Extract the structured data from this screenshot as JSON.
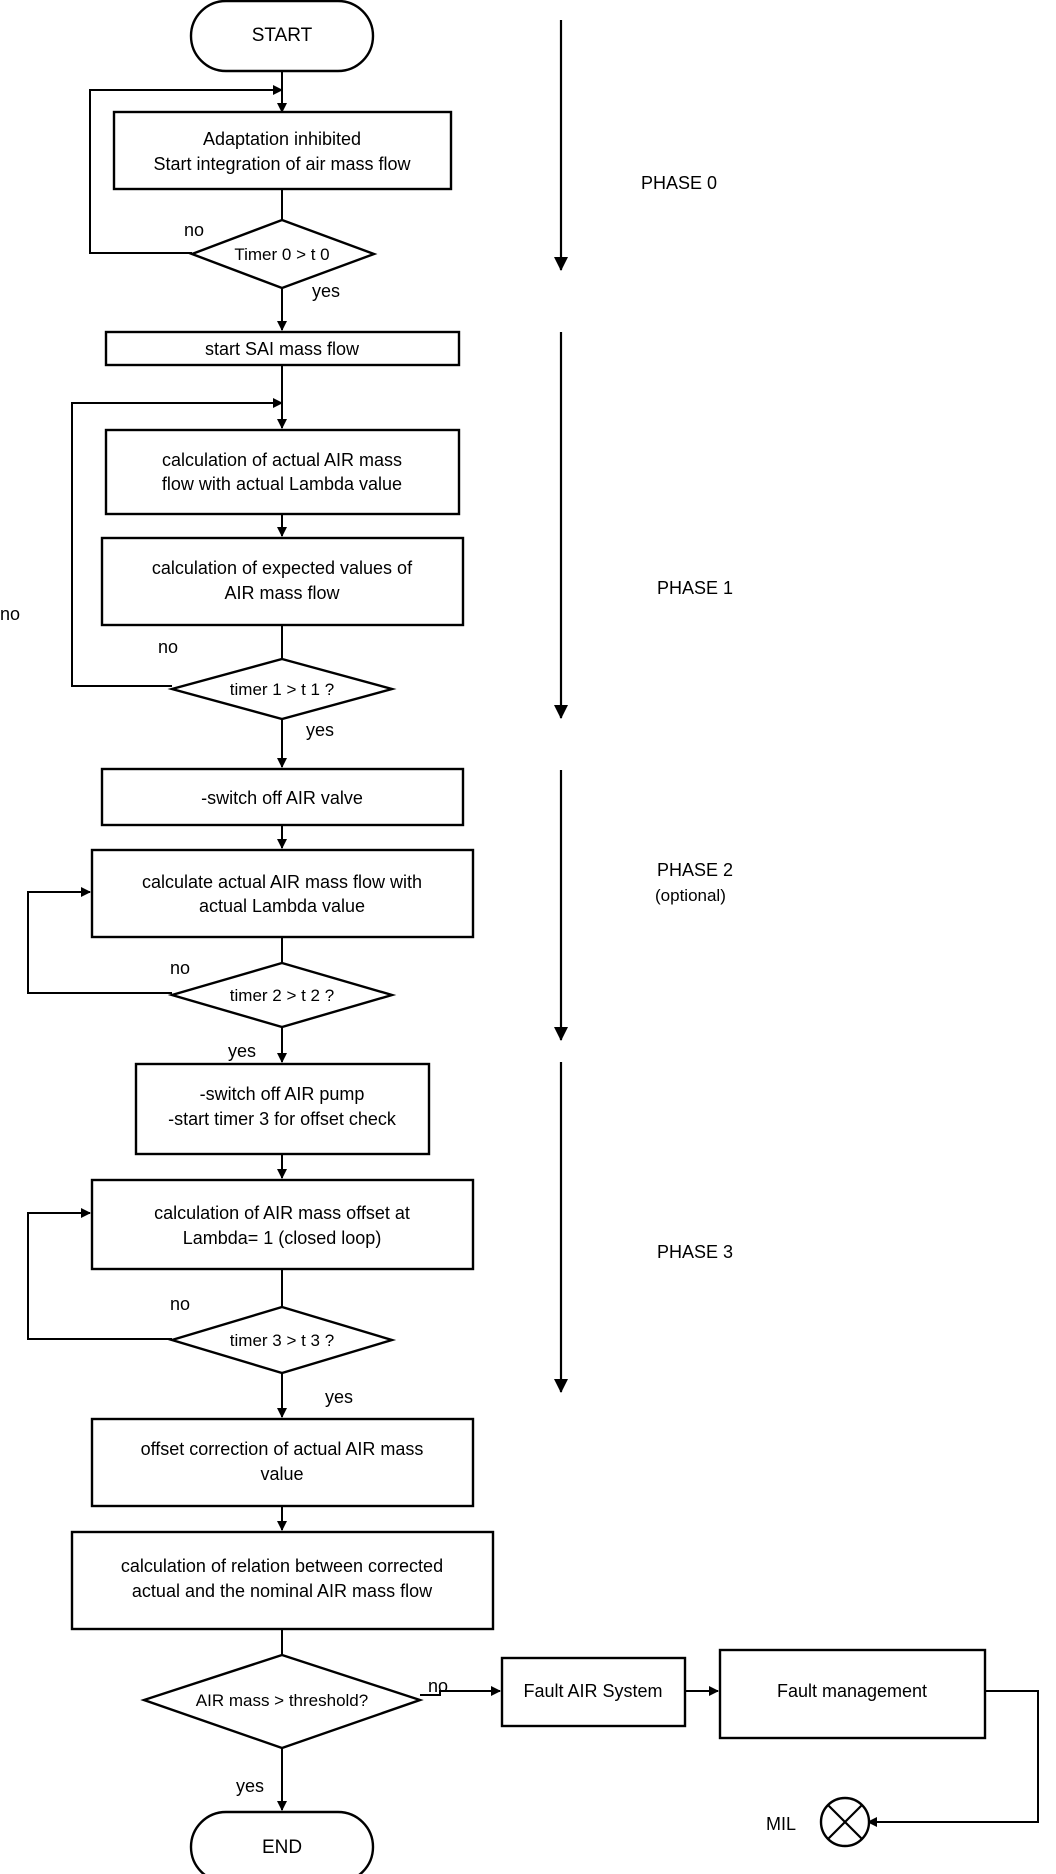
{
  "start": "START",
  "end": "END",
  "phases": {
    "phase0": "PHASE 0",
    "phase1": "PHASE 1",
    "phase2": "PHASE 2",
    "phase2_note": "(optional)",
    "phase3": "PHASE 3"
  },
  "boxes": {
    "adaptation": [
      "Adaptation inhibited",
      "Start integration of air mass flow"
    ],
    "start_sai": [
      "start  SAI mass flow"
    ],
    "calc_actual": [
      "calculation of actual  AIR mass",
      "flow with actual  Lambda value"
    ],
    "calc_expected": [
      "calculation of expected values of",
      "AIR mass flow"
    ],
    "switch_valve": [
      "-switch off  AIR valve"
    ],
    "calc_actual2": [
      "calculate actual AIR mass flow with",
      "actual Lambda value"
    ],
    "switch_pump": [
      "-switch off  AIR pump",
      "-start timer 3 for offset check"
    ],
    "calc_offset": [
      "calculation of AIR mass offset at",
      "Lambda= 1 (closed loop)"
    ],
    "offset_corr": [
      "offset correction of actual  AIR  mass",
      "value"
    ],
    "calc_relation": [
      "calculation of relation between corrected",
      "actual and the nominal AIR mass flow"
    ],
    "fault_air": [
      "Fault AIR System"
    ],
    "fault_mgmt": [
      "Fault management"
    ]
  },
  "decisions": {
    "timer0": "Timer 0 > t 0",
    "timer1": "timer 1 > t 1 ?",
    "timer2": "timer  2 > t 2 ?",
    "timer3": "timer 3 > t 3 ?",
    "threshold": "AIR  mass  > threshold?"
  },
  "labels": {
    "no": "no",
    "yes": "yes",
    "mil": "MIL"
  }
}
